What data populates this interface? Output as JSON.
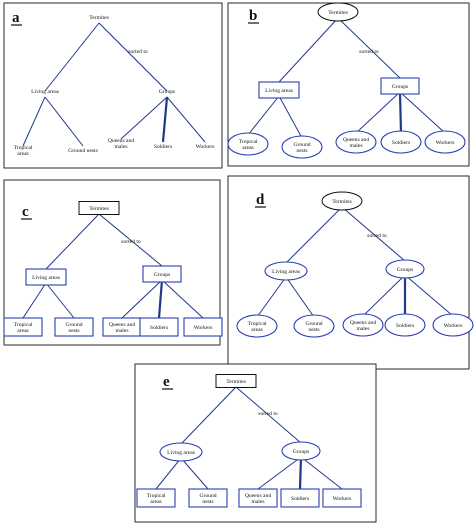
{
  "colors": {
    "node_outline": "#2a3fb0",
    "edge": "#1f3a8a",
    "root_outline": "#111111",
    "border": "#2a2a2a"
  },
  "labels": {
    "root": "Termites",
    "edge": "sorted to",
    "living": "Living areas",
    "groups": "Groups",
    "tropical": [
      "Tropical",
      "areas"
    ],
    "ground": [
      "Ground nests"
    ],
    "ground_split": [
      "Ground",
      "nests"
    ],
    "queens": [
      "Queens and",
      "males"
    ],
    "soldiers": "Soldiers",
    "workers": "Workers"
  },
  "panels": [
    {
      "letter": "a",
      "root": "none",
      "mid": "none",
      "leaf": "none"
    },
    {
      "letter": "b",
      "root": "ellipse",
      "mid": "rect",
      "leaf": "ellipse"
    },
    {
      "letter": "c",
      "root": "rect",
      "mid": "rect",
      "leaf": "rect"
    },
    {
      "letter": "d",
      "root": "ellipse",
      "mid": "ellipse",
      "leaf": "ellipse"
    },
    {
      "letter": "e",
      "root": "rect",
      "mid": "ellipse",
      "leaf": "rect"
    }
  ]
}
